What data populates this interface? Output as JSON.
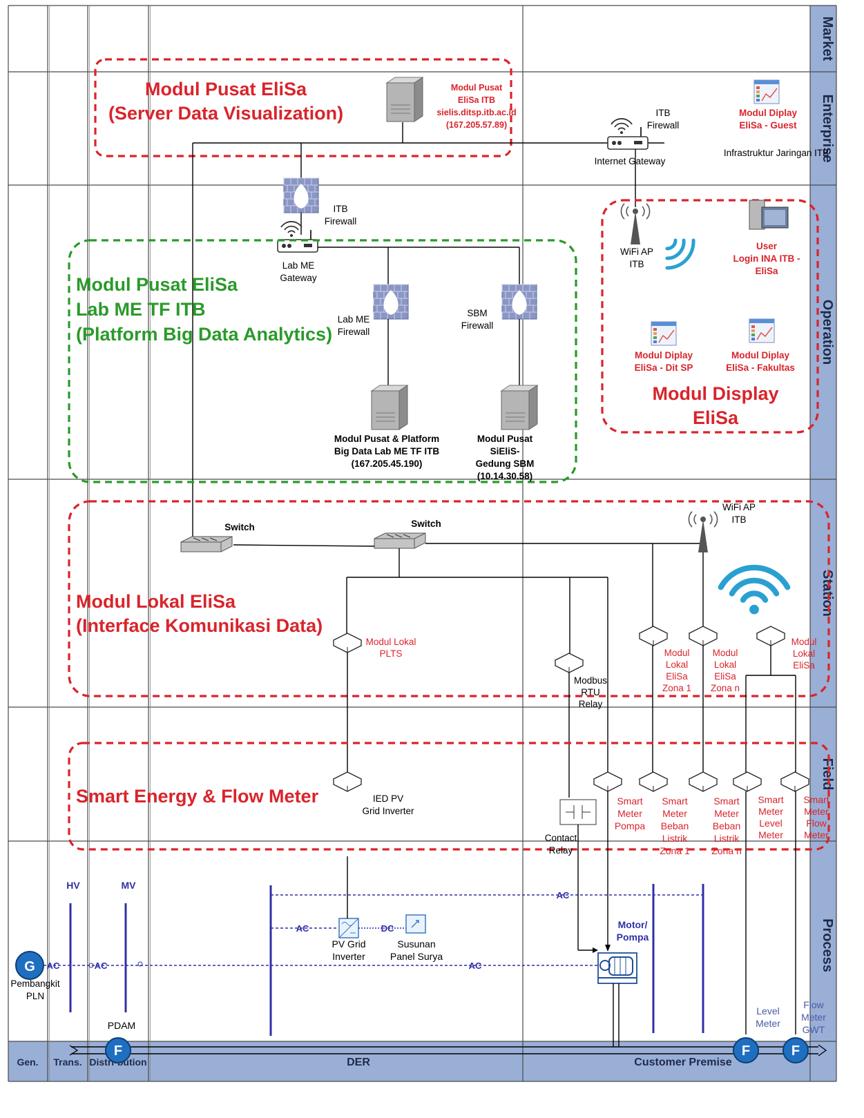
{
  "zones_right": [
    "Market",
    "Enterprise",
    "Operation",
    "Station",
    "Field",
    "Process"
  ],
  "domains_bottom": [
    "Gen.",
    "Trans.",
    "Distri-bution",
    "DER",
    "Customer Premise"
  ],
  "colors": {
    "red": "#d9242b",
    "green": "#2a9a2a",
    "blue": "#2f2fa8",
    "band": "#9aafd6",
    "grid": "#4a4a4a"
  },
  "groups": {
    "server_viz": [
      "Modul Pusat EliSa",
      "(Server Data Visualization)"
    ],
    "lab_me": [
      "Modul Pusat EliSa",
      "Lab ME TF ITB",
      "(Platform Big Data Analytics)"
    ],
    "display": [
      "Modul Display",
      "EliSa"
    ],
    "lokal": [
      "Modul Lokal EliSa",
      "(Interface Komunikasi Data)"
    ],
    "meter": "Smart Energy & Flow Meter"
  },
  "enterprise": {
    "server_label": [
      "Modul Pusat",
      "EliSa ITB",
      "sielis.ditsp.itb.ac.id",
      "(167.205.57.89)"
    ],
    "itb_firewall_top": [
      "ITB",
      "Firewall"
    ],
    "internet_gateway": "Internet Gateway",
    "guest_display": [
      "Modul Diplay",
      "EliSa - Guest"
    ],
    "infra": "Infrastruktur Jaringan ITB"
  },
  "operation": {
    "itb_firewall": [
      "ITB",
      "Firewall"
    ],
    "lab_gateway": [
      "Lab ME",
      "Gateway"
    ],
    "lab_firewall": [
      "Lab ME",
      "Firewall"
    ],
    "sbm_firewall": [
      "SBM",
      "Firewall"
    ],
    "server_lab": [
      "Modul Pusat & Platform",
      "Big Data Lab ME TF ITB",
      "(167.205.45.190)"
    ],
    "server_sbm": [
      "Modul Pusat",
      "SiEliS-",
      "Gedung SBM",
      "(10.14.30.58)"
    ],
    "wifi_ap": [
      "WiFi AP",
      "ITB"
    ],
    "user": [
      "User",
      "Login INA ITB -",
      "EliSa"
    ],
    "display_ditsp": [
      "Modul Diplay",
      "EliSa - Dit SP"
    ],
    "display_fak": [
      "Modul Diplay",
      "EliSa - Fakultas"
    ]
  },
  "station": {
    "switch1": "Switch",
    "switch2": "Switch",
    "wifi_ap": [
      "WiFi AP",
      "ITB"
    ],
    "plts": [
      "Modul Lokal",
      "PLTS"
    ],
    "modbus": [
      "Modbus",
      "RTU",
      "Relay"
    ],
    "zona1": [
      "Modul",
      "Lokal",
      "EliSa",
      "Zona 1"
    ],
    "zonan": [
      "Modul",
      "Lokal",
      "EliSa",
      "Zona n"
    ],
    "lokal": [
      "Modul",
      "Lokal",
      "EliSa"
    ]
  },
  "field": {
    "ied": [
      "IED PV",
      "Grid Inverter"
    ],
    "contact": [
      "Contact",
      "Relay"
    ],
    "pompa": [
      "Smart",
      "Meter",
      "Pompa"
    ],
    "beban1": [
      "Smart",
      "Meter",
      "Beban",
      "Listrik",
      "Zona 1"
    ],
    "bebann": [
      "Smart",
      "Meter",
      "Beban",
      "Listrik",
      "Zona n"
    ],
    "level": [
      "Smart",
      "Meter",
      "Level",
      "Meter"
    ],
    "flow": [
      "Smart",
      "Meter",
      "Flow",
      "Meter"
    ]
  },
  "process": {
    "hv": "HV",
    "mv": "MV",
    "ac": "AC",
    "dc": "DC",
    "g": "G",
    "f": "F",
    "pembangkit": [
      "Pembangkit",
      "PLN"
    ],
    "pdam": "PDAM",
    "pv_inverter": [
      "PV Grid",
      "Inverter"
    ],
    "panel": [
      "Susunan",
      "Panel Surya"
    ],
    "motor": [
      "Motor/",
      "Pompa"
    ],
    "level_meter": [
      "Level",
      "Meter"
    ],
    "flow_meter": [
      "Flow",
      "Meter",
      "GWT"
    ]
  }
}
